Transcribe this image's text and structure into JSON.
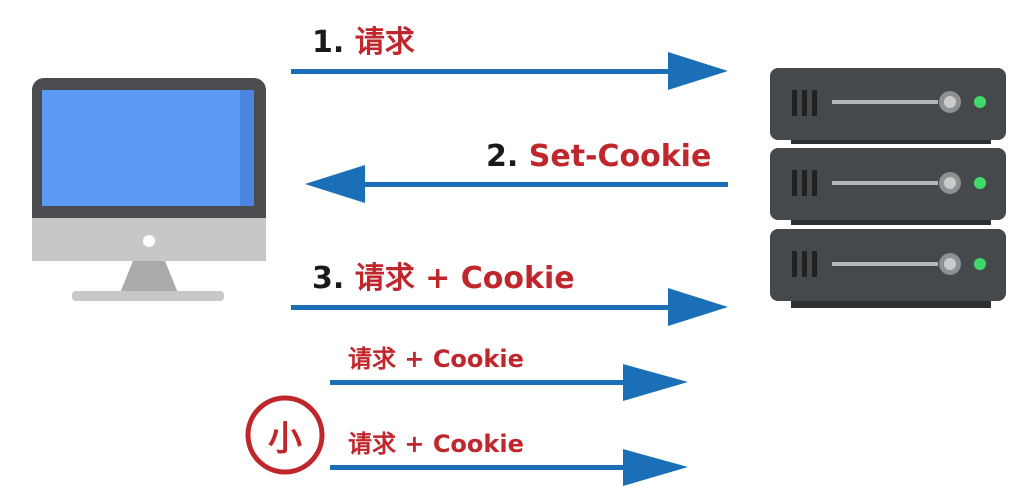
{
  "arrows": [
    {
      "number": "1.",
      "text": "请求"
    },
    {
      "number": "2.",
      "text": "Set-Cookie"
    },
    {
      "number": "3.",
      "text": "请求 + Cookie"
    },
    {
      "number": "",
      "text": "请求 + Cookie"
    },
    {
      "number": "",
      "text": "请求 + Cookie"
    }
  ],
  "badge": {
    "char": "小"
  },
  "colors": {
    "arrow": "#1a6fb6",
    "label_red": "#c0272d",
    "screen": "#5b9bf5",
    "server_body": "#45494c",
    "led": "#3fd96a"
  }
}
